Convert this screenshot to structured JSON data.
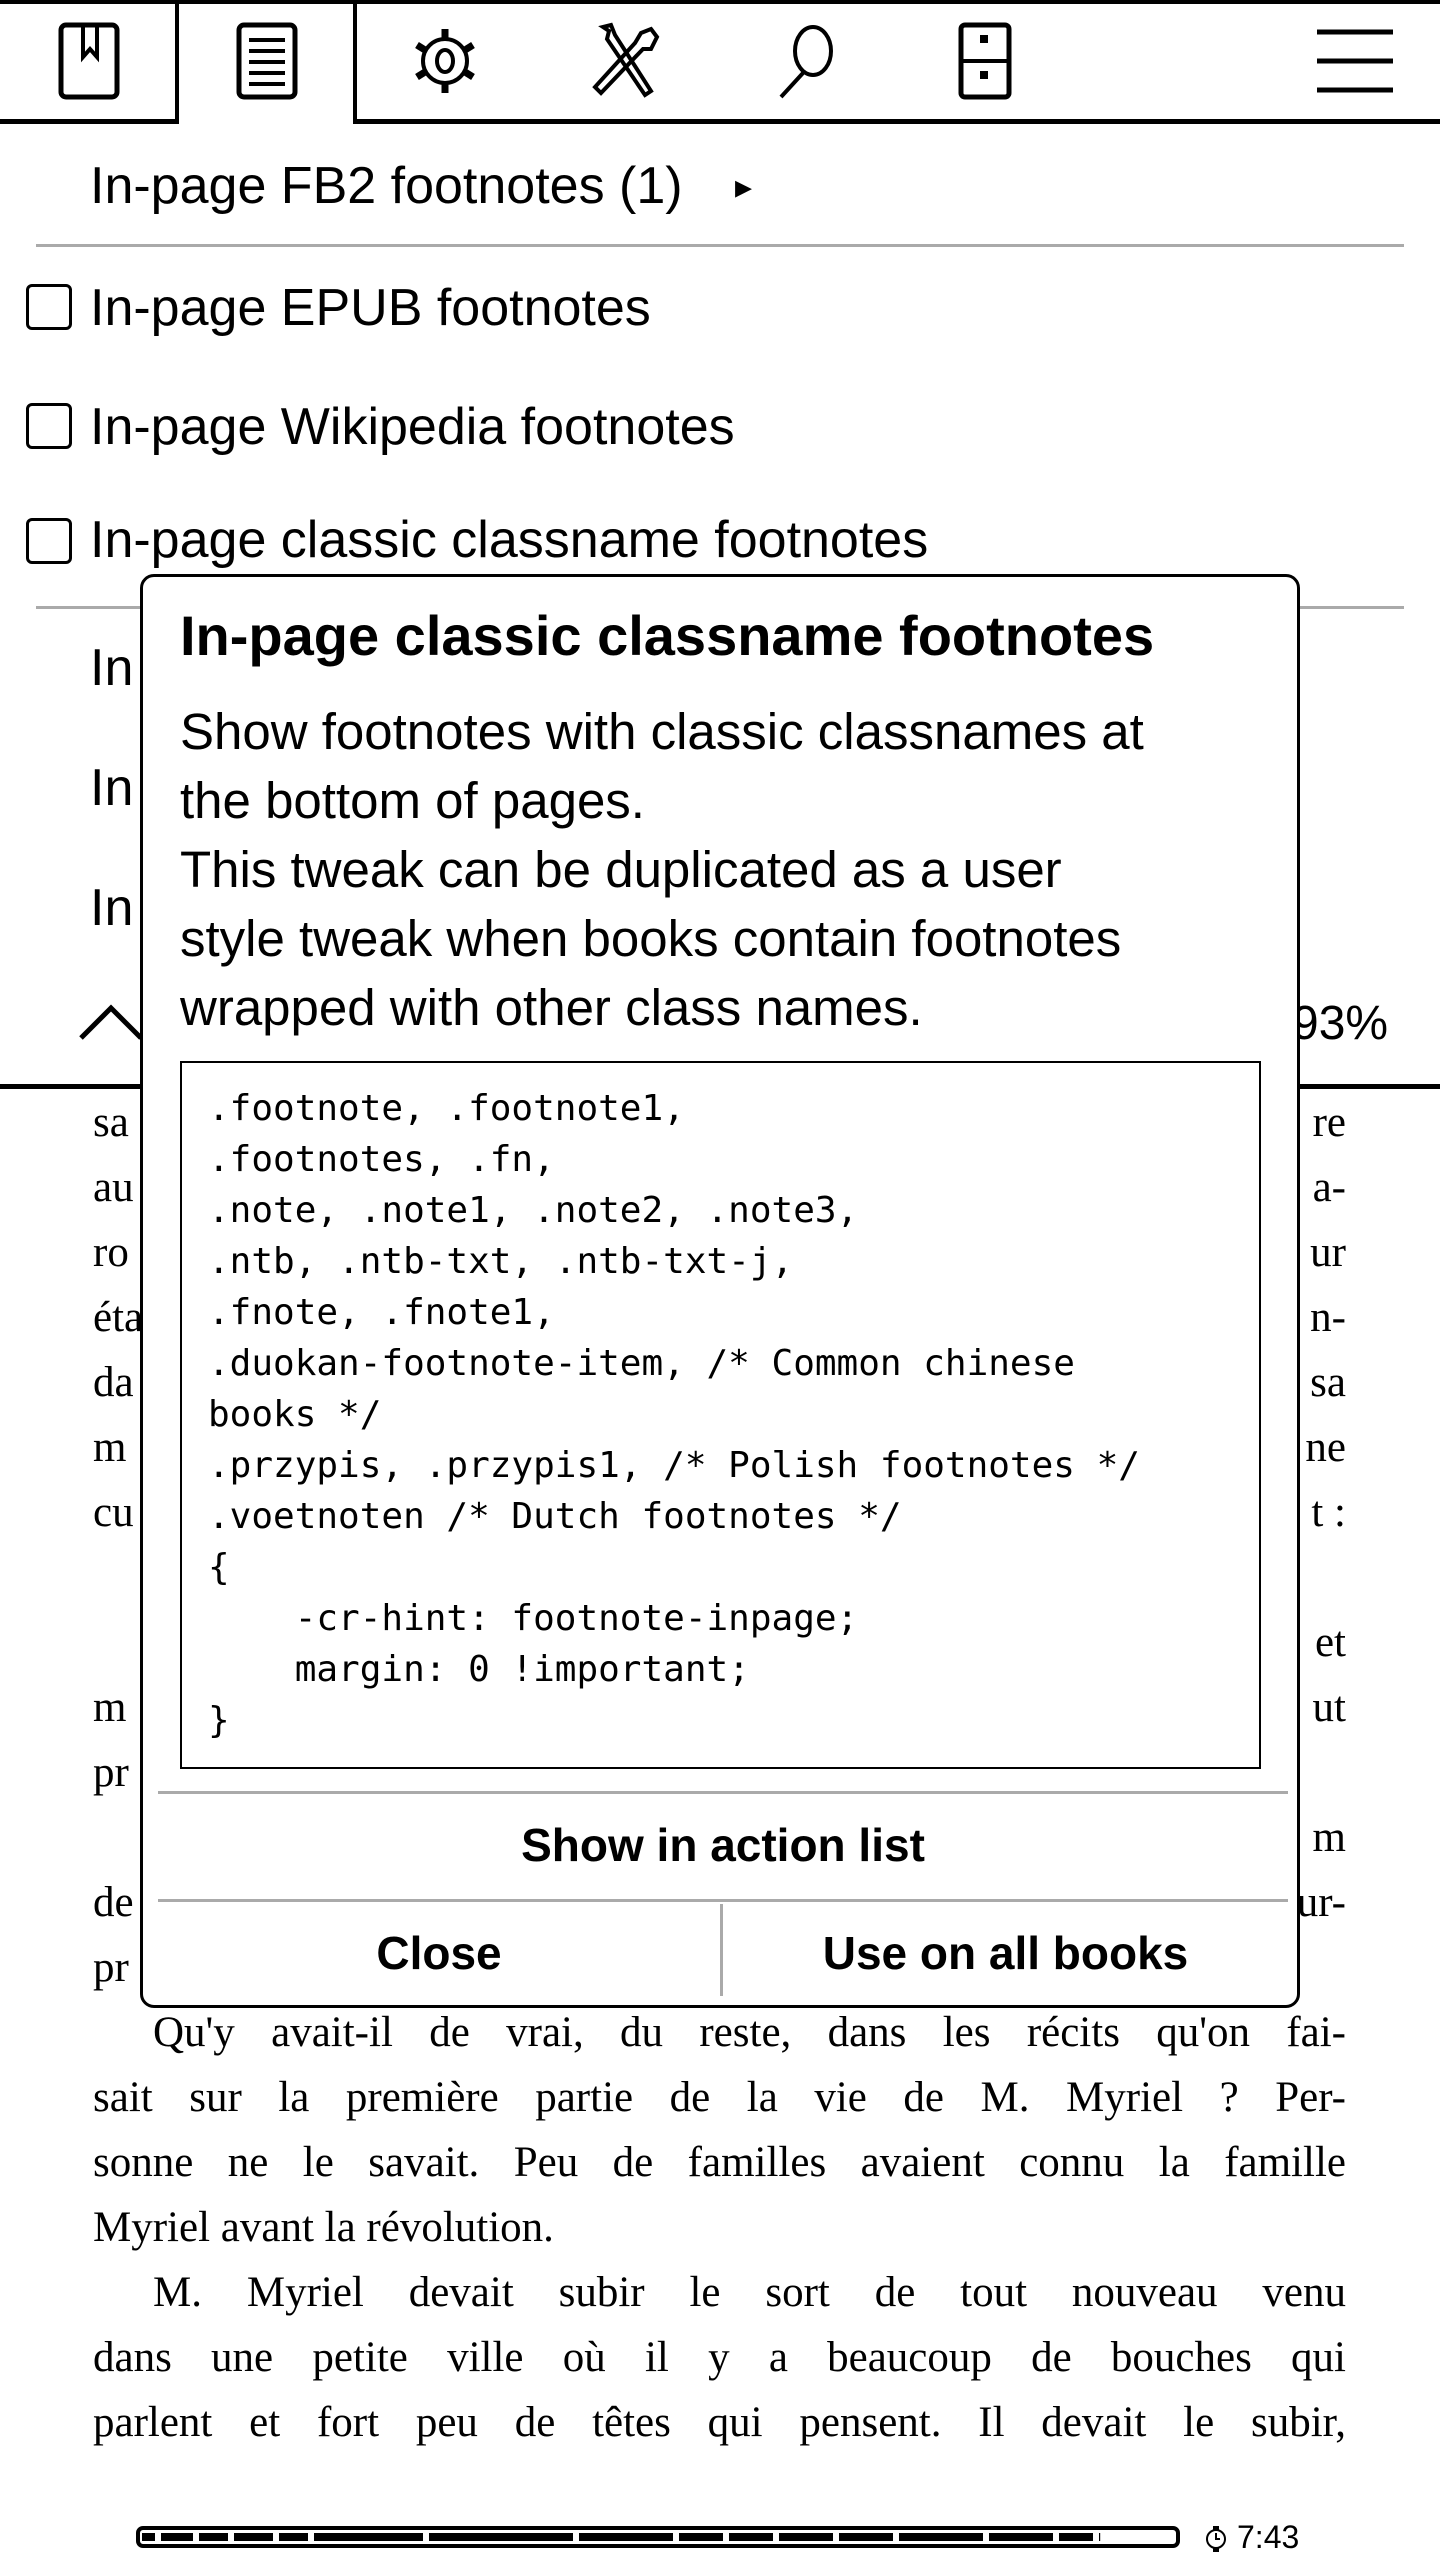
{
  "toolbar": {
    "tabs": [
      {
        "name": "bookmark-icon"
      },
      {
        "name": "table-of-contents-icon",
        "active": true
      },
      {
        "name": "gear-icon"
      },
      {
        "name": "tools-icon"
      },
      {
        "name": "search-icon"
      },
      {
        "name": "file-cabinet-icon"
      },
      {
        "name": "hamburger-menu-icon"
      }
    ]
  },
  "menu": {
    "submenu_label": "In-page FB2 footnotes (1)",
    "submenu_arrow": "▸",
    "items": [
      {
        "label": "In-page EPUB footnotes",
        "checked": false
      },
      {
        "label": "In-page Wikipedia footnotes",
        "checked": false
      },
      {
        "label": "In-page classic classname footnotes",
        "checked": false
      }
    ],
    "hidden_items": [
      "In",
      "In",
      "In"
    ],
    "page_percent": "93%"
  },
  "book": {
    "partial_lines": [
      {
        "l": "sa",
        "r": "re"
      },
      {
        "l": "au",
        "r": "a-"
      },
      {
        "l": "ro",
        "r": "ur"
      },
      {
        "l": "éta",
        "r": "n-"
      },
      {
        "l": "da",
        "r": "sa"
      },
      {
        "l": "m",
        "r": "ne"
      },
      {
        "l": "cu",
        "r": "t :"
      },
      {
        "l": "",
        "r": ""
      },
      {
        "l": "",
        "r": "et"
      },
      {
        "l": "m",
        "r": "ut"
      },
      {
        "l": "pr",
        "r": ""
      },
      {
        "l": "",
        "r": "m"
      },
      {
        "l": "de",
        "r": "ur-"
      },
      {
        "l": "pr",
        "r": ""
      }
    ],
    "full_lines": [
      {
        "text": "Qu'y avait-il de vrai, du reste, dans les récits qu'on fai-",
        "indent": true
      },
      {
        "text": "sait sur la première partie de la vie de M. Myriel ? Per-"
      },
      {
        "text": "sonne ne le savait. Peu de familles avaient connu la famille"
      },
      {
        "text": "Myriel avant la révolution.",
        "last": true
      },
      {
        "text": "M. Myriel devait subir le sort de tout nouveau venu",
        "indent": true
      },
      {
        "text": "dans une petite ville où il y a beaucoup de bouches qui"
      },
      {
        "text": "parlent et fort peu de têtes qui pensent. Il devait le subir,"
      }
    ]
  },
  "footer": {
    "progress_percent": 93,
    "time": "7:43"
  },
  "dialog": {
    "title": "In-page classic classname footnotes",
    "description_lines": [
      "Show footnotes with classic classnames at",
      "the bottom of pages.",
      "This tweak can be duplicated as a user",
      "style tweak when books contain footnotes",
      "wrapped with other class names."
    ],
    "code": ".footnote, .footnote1,\n.footnotes, .fn,\n.note, .note1, .note2, .note3,\n.ntb, .ntb-txt, .ntb-txt-j,\n.fnote, .fnote1,\n.duokan-footnote-item, /* Common chinese\nbooks */\n.przypis, .przypis1, /* Polish footnotes */\n.voetnoten /* Dutch footnotes */\n{\n    -cr-hint: footnote-inpage;\n    margin: 0 !important;\n}",
    "show_in_action_list": "Show in action list",
    "close": "Close",
    "use_on_all_books": "Use on all books"
  }
}
